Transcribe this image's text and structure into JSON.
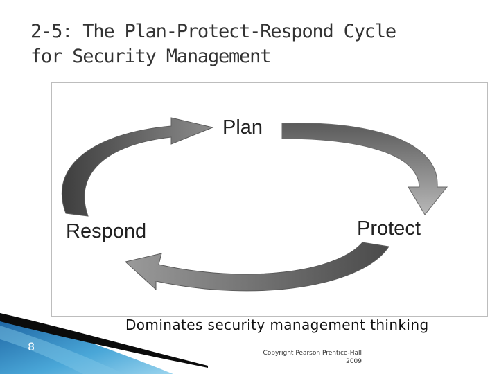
{
  "slide": {
    "title_line1": "2-5: The Plan-Protect-Respond Cycle",
    "title_line2": "for Security Management",
    "caption": "Dominates security management thinking",
    "page_number": "8",
    "copyright_line1": "Copyright Pearson Prentice-Hall",
    "copyright_line2": "2009"
  },
  "diagram": {
    "nodes": {
      "plan": "Plan",
      "protect": "Protect",
      "respond": "Respond"
    },
    "arrow_colors": {
      "dark": "#4a4a4a",
      "mid": "#7a7a7a",
      "light": "#b4b4b4"
    }
  },
  "decor": {
    "accent_colors": [
      "#1f6fb2",
      "#5fb6e0",
      "#0a0a0a"
    ]
  }
}
